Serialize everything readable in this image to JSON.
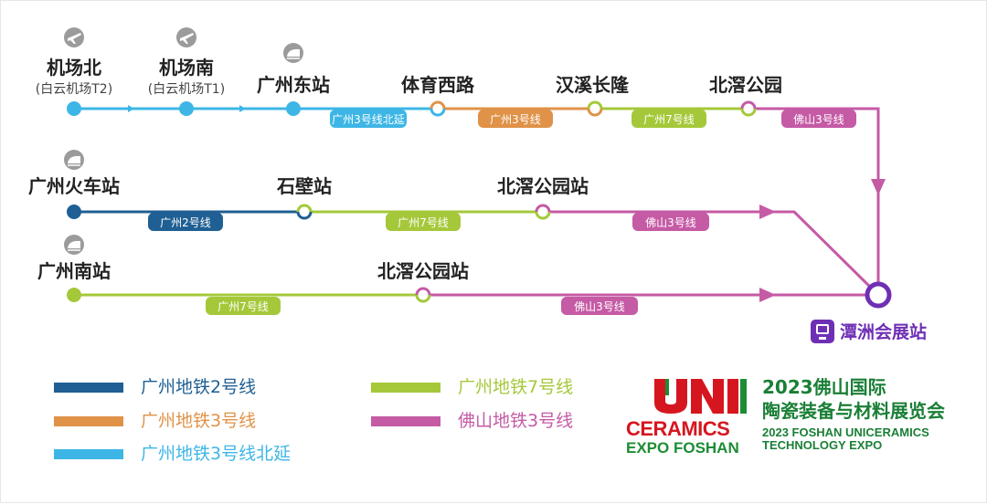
{
  "map": {
    "colors": {
      "line2": "#1f5f93",
      "line3": "#e09248",
      "line3n": "#3db6e6",
      "line7": "#a5c83a",
      "foshan3": "#c55aa5",
      "destination": "#6f2fb5",
      "icon_gray": "#9b9b9b"
    },
    "stations": [
      {
        "id": "jc-north",
        "name": "机场北",
        "sub": "(白云机场T2)",
        "icon": "airplane-icon"
      },
      {
        "id": "jc-south",
        "name": "机场南",
        "sub": "(白云机场T1)",
        "icon": "airplane-icon"
      },
      {
        "id": "gz-east",
        "name": "广州东站",
        "sub": "",
        "icon": "train-icon"
      },
      {
        "id": "tiyu-xilu",
        "name": "体育西路",
        "sub": "",
        "icon": ""
      },
      {
        "id": "hanxi-changlong",
        "name": "汉溪长隆",
        "sub": "",
        "icon": ""
      },
      {
        "id": "beijiao-park-1",
        "name": "北滘公园",
        "sub": "",
        "icon": ""
      },
      {
        "id": "gz-railway",
        "name": "广州火车站",
        "sub": "",
        "icon": "train-icon"
      },
      {
        "id": "shibi",
        "name": "石壁站",
        "sub": "",
        "icon": ""
      },
      {
        "id": "beijiao-park-2",
        "name": "北滘公园站",
        "sub": "",
        "icon": ""
      },
      {
        "id": "gz-south",
        "name": "广州南站",
        "sub": "",
        "icon": "train-icon"
      },
      {
        "id": "beijiao-park-3",
        "name": "北滘公园站",
        "sub": "",
        "icon": ""
      }
    ],
    "segment_labels": [
      {
        "id": "r1-3n",
        "text": "广州3号线北延",
        "line": "line3n"
      },
      {
        "id": "r1-3",
        "text": "广州3号线",
        "line": "line3"
      },
      {
        "id": "r1-7",
        "text": "广州7号线",
        "line": "line7"
      },
      {
        "id": "r1-f3",
        "text": "佛山3号线",
        "line": "foshan3"
      },
      {
        "id": "r2-2",
        "text": "广州2号线",
        "line": "line2"
      },
      {
        "id": "r2-7",
        "text": "广州7号线",
        "line": "line7"
      },
      {
        "id": "r2-f3",
        "text": "佛山3号线",
        "line": "foshan3"
      },
      {
        "id": "r3-7",
        "text": "广州7号线",
        "line": "line7"
      },
      {
        "id": "r3-f3",
        "text": "佛山3号线",
        "line": "foshan3"
      }
    ],
    "destination": {
      "name": "潭洲会展站",
      "icon": "metro-icon"
    }
  },
  "legend": [
    {
      "label": "广州地铁2号线",
      "color": "#1f5f93"
    },
    {
      "label": "广州地铁3号线",
      "color": "#e09248"
    },
    {
      "label": "广州地铁3号线北延",
      "color": "#3db6e6"
    },
    {
      "label": "广州地铁7号线",
      "color": "#a5c83a"
    },
    {
      "label": "佛山地铁3号线",
      "color": "#c55aa5"
    }
  ],
  "logo": {
    "mark": "UNI",
    "word1": "CERAMICS",
    "word2": "EXPO FOSHAN",
    "colors": {
      "red": "#d6161f",
      "green": "#1e8c34"
    }
  },
  "expo": {
    "line1": "2023佛山国际",
    "line2": "陶瓷装备与材料展览会",
    "line3": "2023 FOSHAN UNICERAMICS",
    "line4": "TECHNOLOGY EXPO"
  }
}
